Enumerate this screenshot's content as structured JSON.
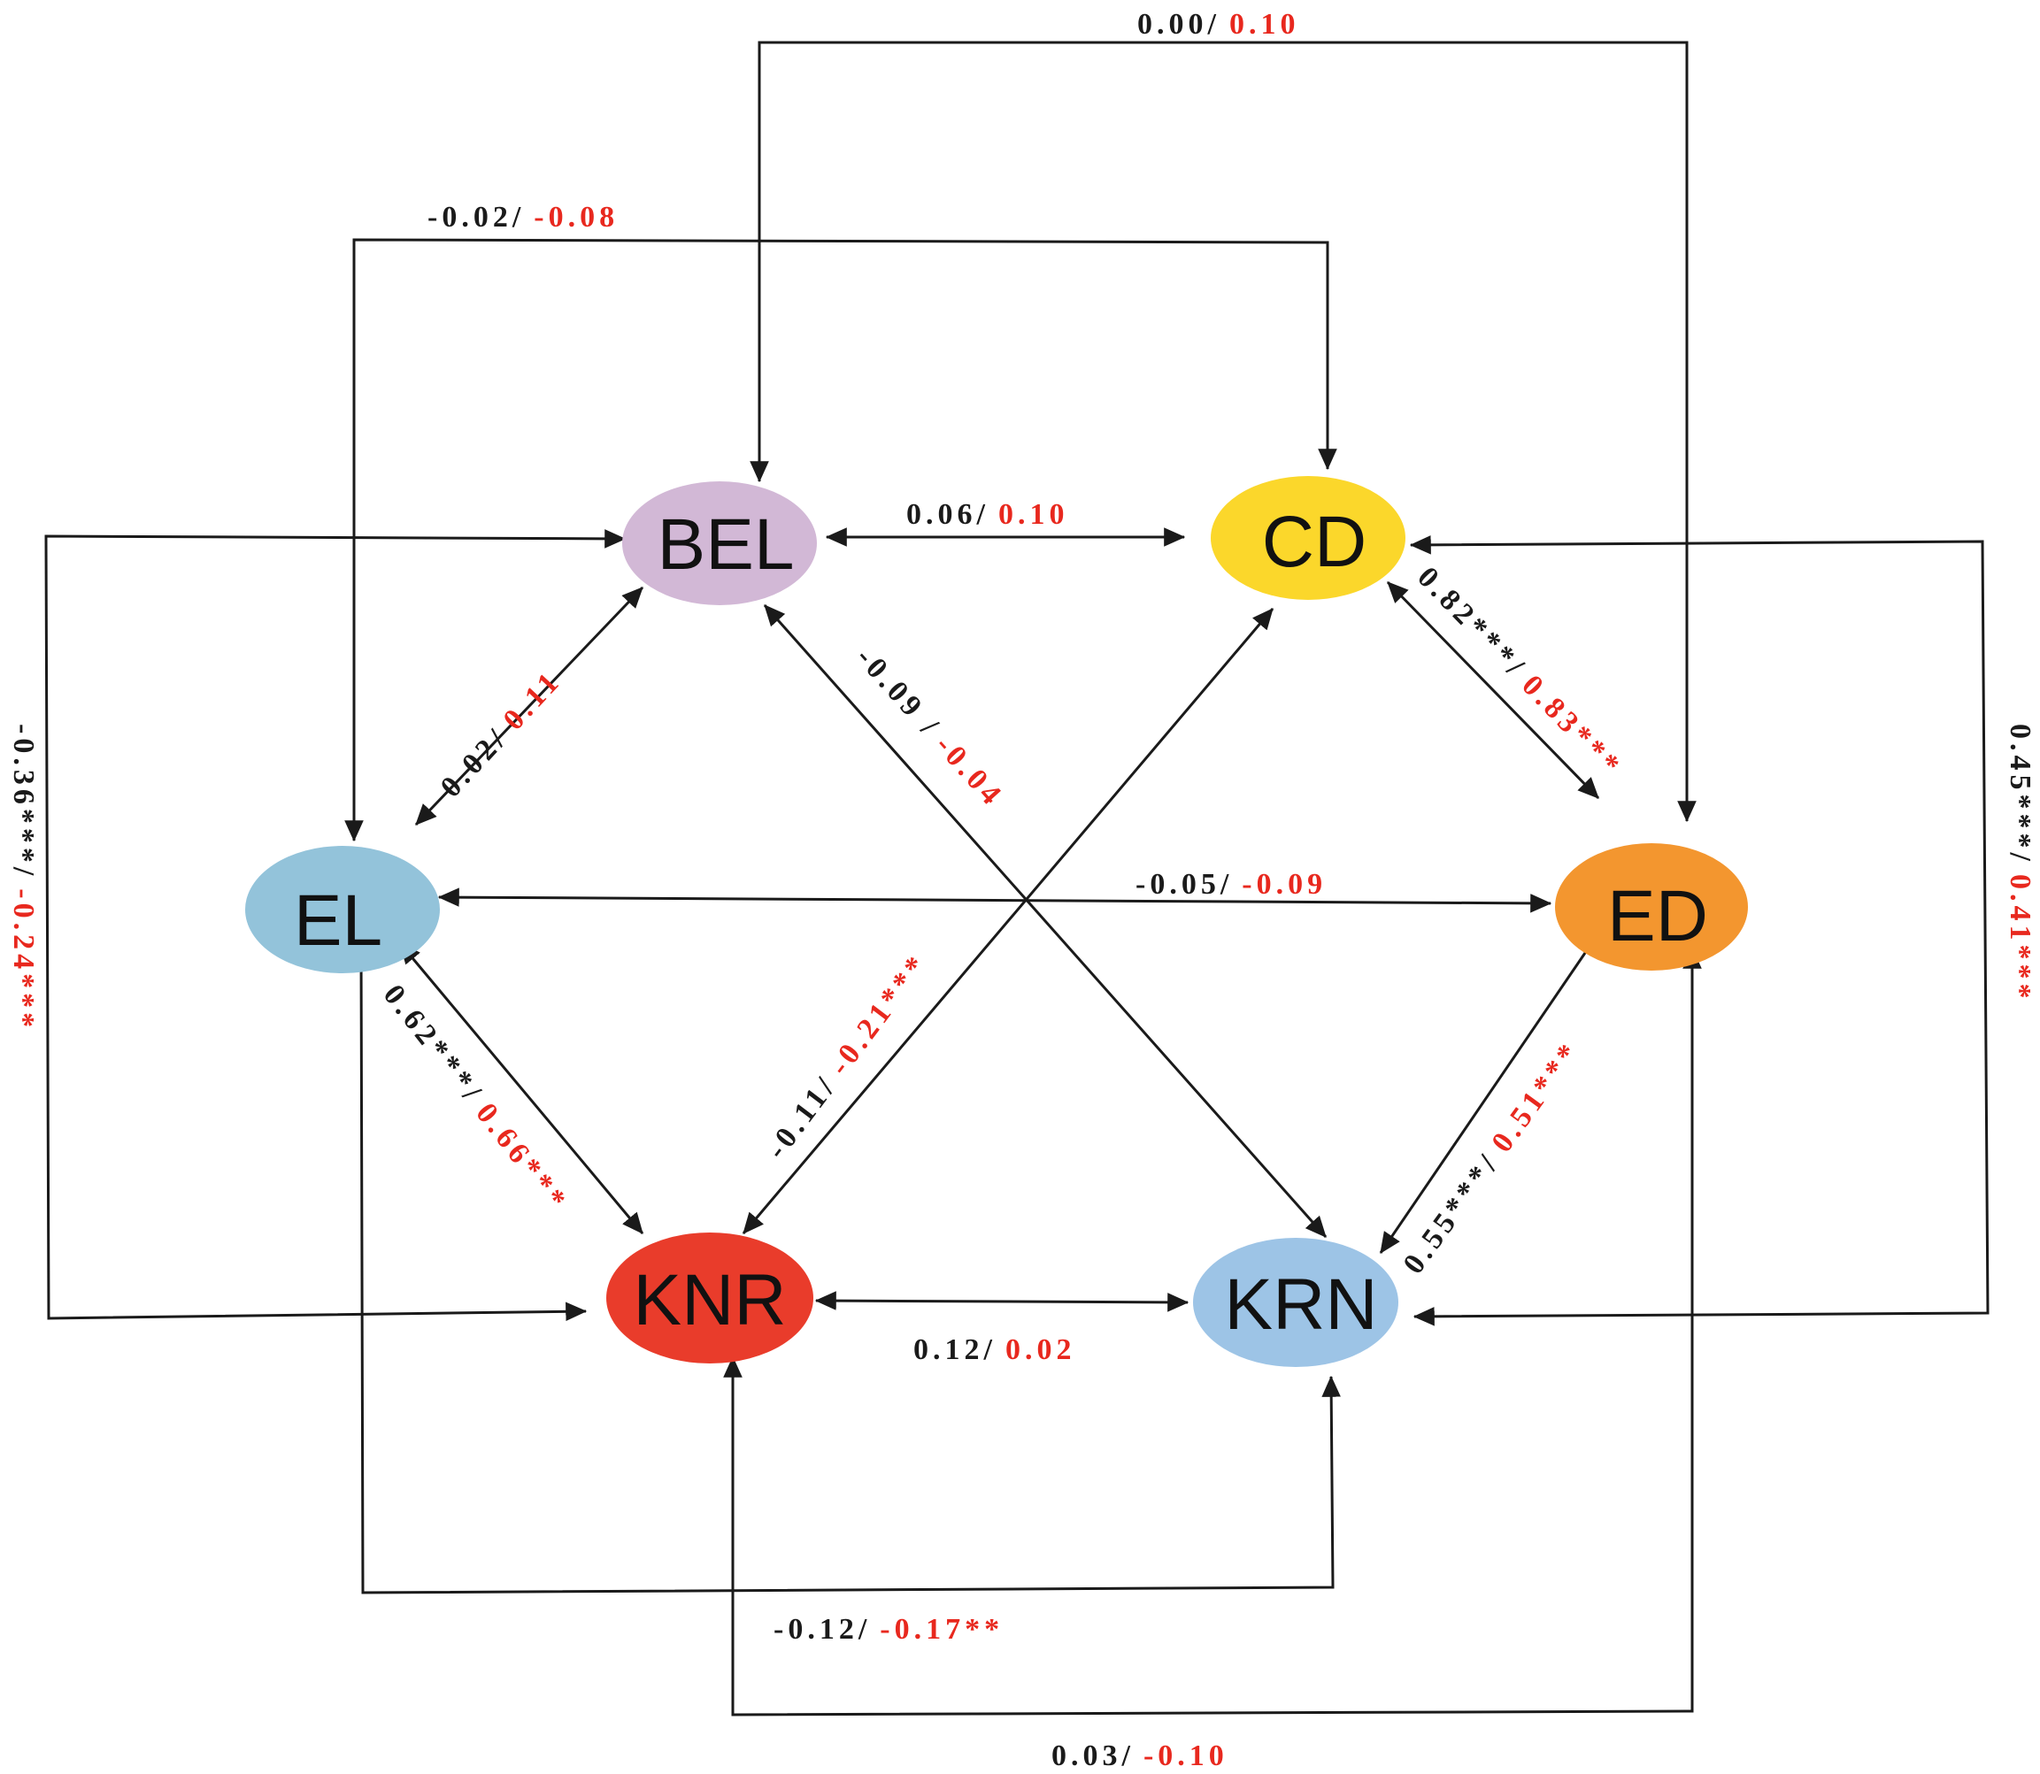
{
  "colors": {
    "BEL": "#d2b8d6",
    "CD": "#fbd72b",
    "EL": "#93c3da",
    "ED": "#f3962f",
    "KNR": "#e93c2b",
    "KRN": "#9dc4e6",
    "coef_group1": "#1a1a1a",
    "coef_group2": "#e8281e"
  },
  "nodes": {
    "BEL": {
      "label": "BEL"
    },
    "CD": {
      "label": "CD"
    },
    "EL": {
      "label": "EL"
    },
    "ED": {
      "label": "ED"
    },
    "KNR": {
      "label": "KNR"
    },
    "KRN": {
      "label": "KRN"
    }
  },
  "paths": [
    {
      "id": "BEL-ED",
      "black": "0.00/",
      "red": "0.10"
    },
    {
      "id": "CD-EL",
      "black": "-0.02/",
      "red": "-0.08"
    },
    {
      "id": "BEL-CD",
      "black": "0.06/",
      "red": "0.10"
    },
    {
      "id": "BEL-EL",
      "black": "0.02/",
      "red": "0.11"
    },
    {
      "id": "BEL-KRN",
      "black": "-0.09 /",
      "red": "-0.04"
    },
    {
      "id": "CD-ED",
      "black": "0.82***/",
      "red": "0.83***"
    },
    {
      "id": "EL-ED",
      "black": "-0.05/",
      "red": "-0.09"
    },
    {
      "id": "CD-KNR",
      "black": "-0.11/",
      "red": "-0.21***"
    },
    {
      "id": "EL-KNR",
      "black": "0.62***/",
      "red": "0.66***"
    },
    {
      "id": "ED-KRN",
      "black": "0.55***/",
      "red": "0.51***"
    },
    {
      "id": "KNR-KRN",
      "black": "0.12/",
      "red": "0.02"
    },
    {
      "id": "BEL-KNR",
      "black": "-0.36***/",
      "red": "-0.24***"
    },
    {
      "id": "CD-KRN",
      "black": "0.45***/",
      "red": "0.41***"
    },
    {
      "id": "EL-KRN",
      "black": "-0.12/",
      "red": "-0.17**"
    },
    {
      "id": "KNR-ED",
      "black": "0.03/",
      "red": "-0.10"
    }
  ]
}
